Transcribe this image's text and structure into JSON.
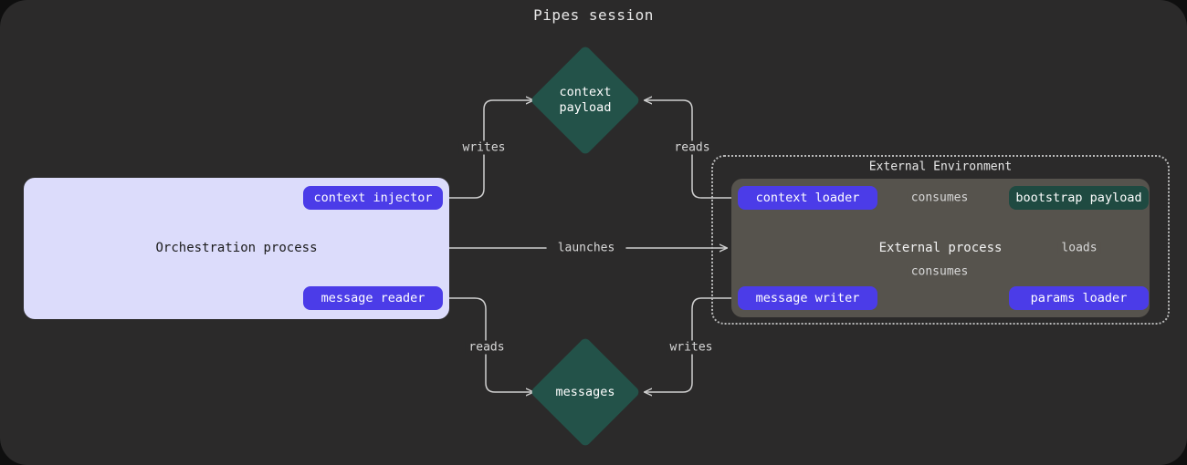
{
  "title": "Pipes session",
  "colors": {
    "canvas_background": "#2b2a2a",
    "orchestration_fill": "#dcdcfb",
    "pill_purple": "#4b3ce8",
    "node_teal": "#1f4a41",
    "diamond_teal": "#235249",
    "external_process_fill": "#56534d",
    "edge_stroke": "#cfcfcf",
    "text_light": "#e8e8e8",
    "text_dark": "#1b1b1b"
  },
  "orchestration": {
    "label": "Orchestration process",
    "nodes": [
      {
        "id": "context-injector",
        "label": "context injector"
      },
      {
        "id": "message-reader",
        "label": "message reader"
      }
    ]
  },
  "external_environment": {
    "title": "External Environment",
    "process_label": "External process",
    "nodes": [
      {
        "id": "context-loader",
        "label": "context loader",
        "kind": "pill"
      },
      {
        "id": "bootstrap-payload",
        "label": "bootstrap payload",
        "kind": "teal"
      },
      {
        "id": "message-writer",
        "label": "message writer",
        "kind": "pill"
      },
      {
        "id": "params-loader",
        "label": "params loader",
        "kind": "pill"
      }
    ]
  },
  "datastores": [
    {
      "id": "context-payload",
      "label": "context\npayload"
    },
    {
      "id": "messages",
      "label": "messages"
    }
  ],
  "edges": [
    {
      "id": "writes-context",
      "label": "writes",
      "from": "context-injector",
      "to": "context-payload"
    },
    {
      "id": "reads-context",
      "label": "reads",
      "from": "context-loader",
      "to": "context-payload"
    },
    {
      "id": "launches",
      "label": "launches",
      "from": "orchestration-process",
      "to": "external-environment"
    },
    {
      "id": "reads-messages",
      "label": "reads",
      "from": "message-reader",
      "to": "messages"
    },
    {
      "id": "writes-messages",
      "label": "writes",
      "from": "message-writer",
      "to": "messages"
    },
    {
      "id": "consumes-context",
      "label": "consumes",
      "from": "context-loader",
      "to": "bootstrap-payload"
    },
    {
      "id": "consumes-messages",
      "label": "consumes",
      "from": "message-writer",
      "to": "bootstrap-payload"
    },
    {
      "id": "loads-params",
      "label": "loads",
      "from": "params-loader",
      "to": "bootstrap-payload"
    }
  ]
}
